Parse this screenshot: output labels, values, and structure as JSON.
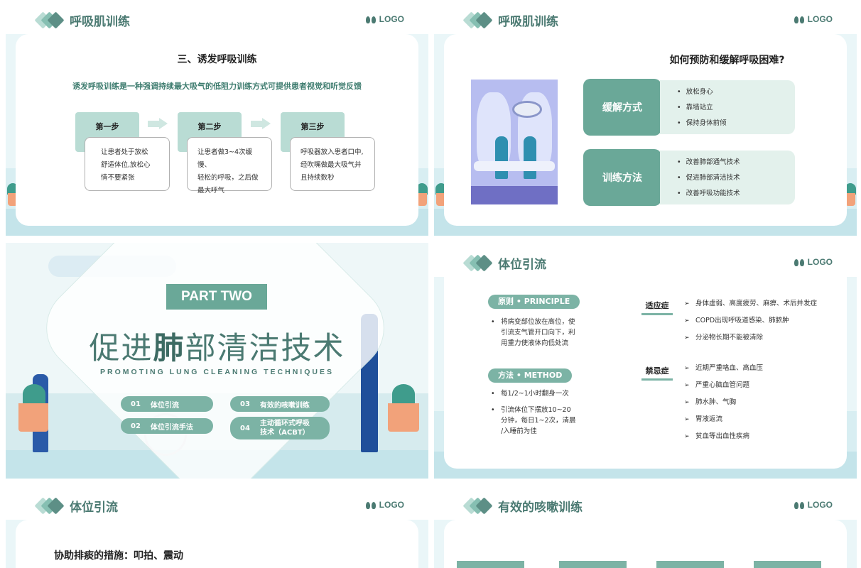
{
  "logo_text": "LOGO",
  "slide1": {
    "header": "呼吸肌训练",
    "section_title": "三、诱发呼吸训练",
    "description": "诱发呼吸训练是一种强调持续最大吸气的低阻力训练方式可提供患者视觉和听觉反馈",
    "steps": [
      {
        "label": "第一步",
        "lines": [
          "让患者处于放松",
          "舒适体位,放松心",
          "情不要紧张"
        ]
      },
      {
        "label": "第二步",
        "lines": [
          "让患者做3~4次缓慢、",
          "轻松的呼吸，之后做",
          "最大呼气"
        ]
      },
      {
        "label": "第三步",
        "lines": [
          "呼吸器放入患者口中,",
          "经吹嘴做最大吸气并",
          "且持续数秒"
        ]
      }
    ]
  },
  "slide2": {
    "header": "呼吸肌训练",
    "question": "如何预防和缓解呼吸困难?",
    "groups": [
      {
        "label": "缓解方式",
        "items": [
          "放松身心",
          "靠墙站立",
          "保持身体前倾"
        ]
      },
      {
        "label": "训练方法",
        "items": [
          "改善肺部通气技术",
          "促进肺部清洁技术",
          "改善呼吸功能技术"
        ]
      }
    ]
  },
  "slide3": {
    "part": "PART TWO",
    "title_pre": "促进",
    "title_em": "肺",
    "title_post": "部清洁技术",
    "subtitle": "PROMOTING LUNG CLEANING TECHNIQUES",
    "items": [
      {
        "num": "01",
        "text": "体位引流"
      },
      {
        "num": "02",
        "text": "体位引流手法"
      },
      {
        "num": "03",
        "text": "有效的咳嗽训练"
      },
      {
        "num": "04",
        "line1": "主动循环式呼吸",
        "line2": "技术（ACBT）"
      }
    ]
  },
  "slide4": {
    "header": "体位引流",
    "principle": {
      "badge": "原则 • PRINCIPLE",
      "lines": [
        "将病变部位放在高位，使",
        "引流支气管开口向下，利",
        "用重力使液体向低处流"
      ]
    },
    "method": {
      "badge": "方法 • METHOD",
      "items": [
        [
          "每1/2~1小时翻身一次"
        ],
        [
          "引流体位下摆放10~20",
          "分钟，每日1~2次，清晨",
          "/入睡前为佳"
        ]
      ]
    },
    "indication": {
      "label": "适应症",
      "items": [
        "身体虚弱、高度疲劳、麻痹、术后并发症",
        "COPD出现呼吸道感染、肺脓肿",
        "分泌物长期不能被清除"
      ]
    },
    "contra": {
      "label": "禁忌症",
      "items": [
        "近期严重咯血、高血压",
        "严重心脑血管问题",
        "肺水肿、气胸",
        "胃液返流",
        "贫血等出血性疾病"
      ]
    }
  },
  "slide5": {
    "header": "体位引流",
    "assist": "协助排痰的措施：叩拍、震动"
  },
  "slide6": {
    "header": "有效的咳嗽训练"
  }
}
